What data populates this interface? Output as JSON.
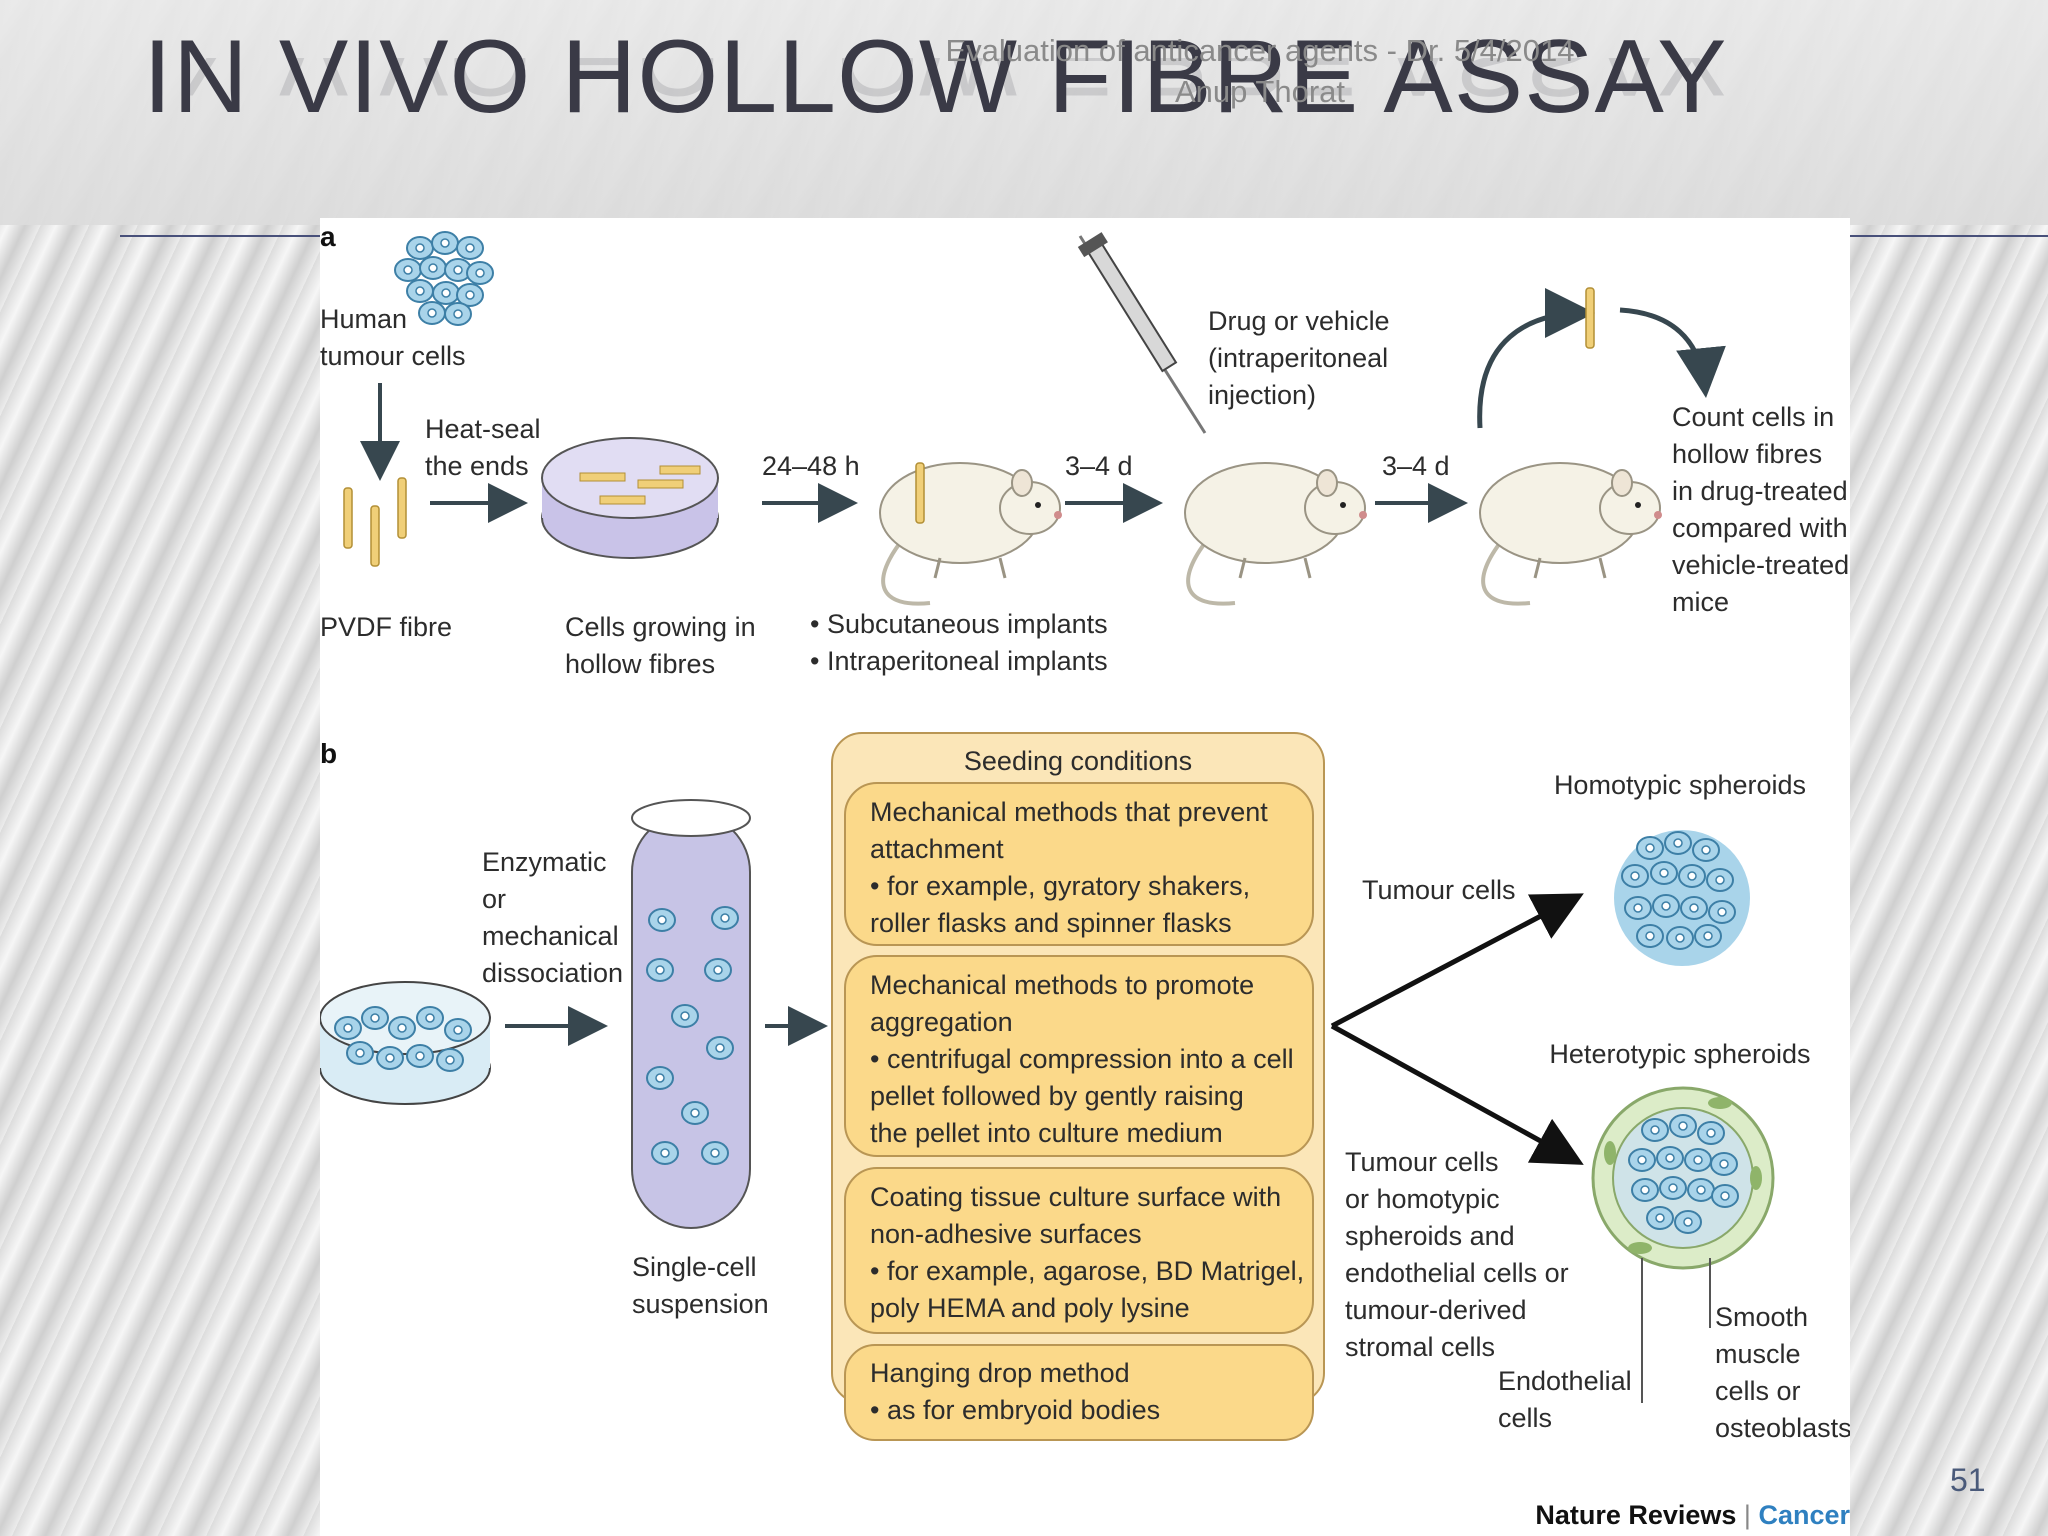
{
  "slide": {
    "title": "IN VIVO HOLLOW FIBRE ASSAY",
    "footer_line1": "Evaluation of anticancer agents - Dr. 5/4/2014",
    "footer_line2": "Anup Thorat",
    "page_number": "51"
  },
  "panel_a": {
    "letter": "a",
    "tumour_cells": [
      "Human",
      "tumour cells"
    ],
    "heat_seal": [
      "Heat-seal",
      "the ends"
    ],
    "pvdf": "PVDF fibre",
    "growing": [
      "Cells growing in",
      "hollow fibres"
    ],
    "step_24_48": "24–48 h",
    "step_3_4_first": "3–4 d",
    "step_3_4_second": "3–4 d",
    "implants": [
      "• Subcutaneous implants",
      "• Intraperitoneal implants"
    ],
    "drug": [
      "Drug or vehicle",
      "(intraperitoneal",
      "injection)"
    ],
    "count": [
      "Count cells in",
      "hollow fibres",
      "in drug-treated",
      "compared with",
      "vehicle-treated",
      "mice"
    ]
  },
  "panel_b": {
    "letter": "b",
    "dissociation": [
      "Enzymatic",
      "or",
      "mechanical",
      "dissociation"
    ],
    "suspension": [
      "Single-cell",
      "suspension"
    ],
    "seeding_title": "Seeding conditions",
    "box1": [
      "Mechanical methods that prevent",
      "attachment",
      "• for example, gyratory shakers,",
      "  roller flasks and spinner flasks"
    ],
    "box2": [
      "Mechanical methods to promote",
      "aggregation",
      "• centrifugal compression into a cell",
      "  pellet followed by gently raising",
      "  the pellet into culture medium"
    ],
    "box3": [
      "Coating tissue culture surface with",
      "non-adhesive surfaces",
      "• for example, agarose, BD Matrigel,",
      "  poly HEMA and poly lysine"
    ],
    "box4": [
      "Hanging drop method",
      "• as for embryoid bodies"
    ],
    "tumour_cells": "Tumour cells",
    "homotypic": "Homotypic spheroids",
    "heterotypic": "Heterotypic spheroids",
    "tumour_or": [
      "Tumour cells",
      "or homotypic",
      "spheroids and",
      "endothelial cells or",
      "tumour-derived",
      "stromal cells"
    ],
    "endothelial": [
      "Endothelial",
      "cells"
    ],
    "smooth": [
      "Smooth",
      "muscle",
      "cells or",
      "osteoblasts"
    ]
  },
  "credit": {
    "journal": "Nature Reviews",
    "section": "Cancer"
  },
  "colors": {
    "title": "#3a3a46",
    "arrow": "#37474f",
    "cell_fill": "#a9d4ea",
    "cell_stroke": "#3d7fa6",
    "seeding_box": "#fbd98a",
    "tube": "#c7c4e6",
    "fibre": "#f0cf78",
    "cancer_text": "#2f80c0"
  }
}
